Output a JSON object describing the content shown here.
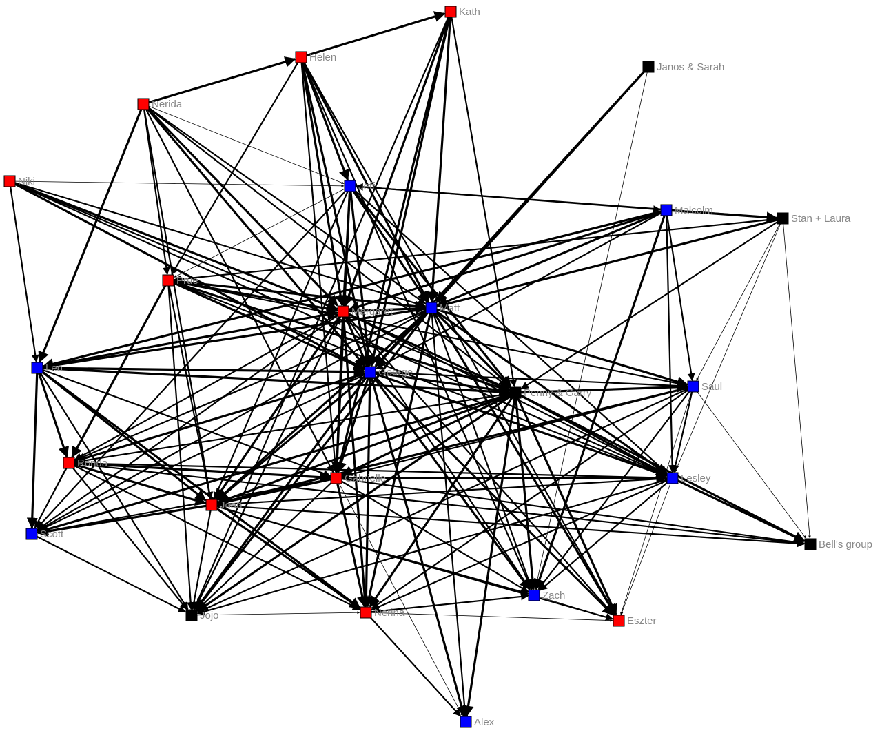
{
  "colors": {
    "female": "#ff0000",
    "male": "#0000ff",
    "other": "#000000",
    "edge": "#000000",
    "label": "#888888"
  },
  "nodes": [
    {
      "id": "kath",
      "label": "Kath",
      "group": "female"
    },
    {
      "id": "helen",
      "label": "Helen",
      "group": "female"
    },
    {
      "id": "janos",
      "label": "Janos & Sarah",
      "group": "other"
    },
    {
      "id": "nerida",
      "label": "Nerida",
      "group": "female"
    },
    {
      "id": "niki",
      "label": "Niki",
      "group": "female"
    },
    {
      "id": "jeff",
      "label": "Jeff",
      "group": "male"
    },
    {
      "id": "malcolm",
      "label": "Malcolm",
      "group": "male"
    },
    {
      "id": "stan",
      "label": "Stan + Laura",
      "group": "other"
    },
    {
      "id": "prue",
      "label": "Prue",
      "group": "female"
    },
    {
      "id": "margaret",
      "label": "Margaret",
      "group": "female"
    },
    {
      "id": "matt",
      "label": "Matt",
      "group": "male"
    },
    {
      "id": "len",
      "label": "Len",
      "group": "male"
    },
    {
      "id": "george",
      "label": "George",
      "group": "male"
    },
    {
      "id": "penny",
      "label": "Penny & Garry",
      "group": "other"
    },
    {
      "id": "saul",
      "label": "Saul",
      "group": "male"
    },
    {
      "id": "ronda",
      "label": "Ronda",
      "group": "female"
    },
    {
      "id": "gabrielle",
      "label": "Gabrielle",
      "group": "female"
    },
    {
      "id": "lesley",
      "label": "Lesley",
      "group": "male"
    },
    {
      "id": "joan",
      "label": "Joan",
      "group": "female"
    },
    {
      "id": "scott",
      "label": "Scott",
      "group": "male"
    },
    {
      "id": "bell",
      "label": "Bell's group",
      "group": "other"
    },
    {
      "id": "zach",
      "label": "Zach",
      "group": "male"
    },
    {
      "id": "jojo",
      "label": "Jojo",
      "group": "other"
    },
    {
      "id": "nerina",
      "label": "Nerina",
      "group": "female"
    },
    {
      "id": "eszter",
      "label": "Eszter",
      "group": "female"
    },
    {
      "id": "alex",
      "label": "Alex",
      "group": "male"
    }
  ],
  "edges": [
    [
      "helen",
      "kath",
      3
    ],
    [
      "nerida",
      "helen",
      3
    ],
    [
      "niki",
      "jeff",
      1
    ],
    [
      "nerida",
      "jeff",
      1
    ],
    [
      "kath",
      "margaret",
      3
    ],
    [
      "kath",
      "george",
      3
    ],
    [
      "kath",
      "matt",
      3
    ],
    [
      "kath",
      "gabrielle",
      3
    ],
    [
      "kath",
      "penny",
      2
    ],
    [
      "kath",
      "jojo",
      2
    ],
    [
      "helen",
      "jeff",
      3
    ],
    [
      "helen",
      "matt",
      3
    ],
    [
      "helen",
      "george",
      3
    ],
    [
      "helen",
      "margaret",
      3
    ],
    [
      "helen",
      "prue",
      2
    ],
    [
      "helen",
      "gabrielle",
      2
    ],
    [
      "helen",
      "zach",
      2
    ],
    [
      "helen",
      "eszter",
      2
    ],
    [
      "nerida",
      "margaret",
      3
    ],
    [
      "nerida",
      "matt",
      2
    ],
    [
      "nerida",
      "prue",
      2
    ],
    [
      "nerida",
      "len",
      3
    ],
    [
      "nerida",
      "george",
      3
    ],
    [
      "nerida",
      "gabrielle",
      2
    ],
    [
      "nerida",
      "penny",
      2
    ],
    [
      "nerida",
      "joan",
      2
    ],
    [
      "niki",
      "len",
      2
    ],
    [
      "niki",
      "margaret",
      3
    ],
    [
      "niki",
      "matt",
      2
    ],
    [
      "niki",
      "george",
      3
    ],
    [
      "niki",
      "penny",
      2
    ],
    [
      "niki",
      "lesley",
      2
    ],
    [
      "jeff",
      "malcolm",
      2
    ],
    [
      "jeff",
      "margaret",
      3
    ],
    [
      "jeff",
      "matt",
      3
    ],
    [
      "jeff",
      "george",
      3
    ],
    [
      "jeff",
      "gabrielle",
      3
    ],
    [
      "jeff",
      "penny",
      3
    ],
    [
      "jeff",
      "prue",
      1
    ],
    [
      "jeff",
      "joan",
      2
    ],
    [
      "jeff",
      "scott",
      2
    ],
    [
      "jeff",
      "lesley",
      2
    ],
    [
      "malcolm",
      "stan",
      3
    ],
    [
      "malcolm",
      "margaret",
      3
    ],
    [
      "malcolm",
      "matt",
      3
    ],
    [
      "malcolm",
      "len",
      3
    ],
    [
      "malcolm",
      "saul",
      2
    ],
    [
      "malcolm",
      "lesley",
      2
    ],
    [
      "malcolm",
      "zach",
      3
    ],
    [
      "malcolm",
      "george",
      2
    ],
    [
      "stan",
      "matt",
      3
    ],
    [
      "stan",
      "prue",
      2
    ],
    [
      "stan",
      "penny",
      2
    ],
    [
      "stan",
      "saul",
      1
    ],
    [
      "stan",
      "lesley",
      1
    ],
    [
      "stan",
      "bell",
      1
    ],
    [
      "stan",
      "jeff",
      2
    ],
    [
      "janos",
      "matt",
      3
    ],
    [
      "janos",
      "george",
      3
    ],
    [
      "janos",
      "zach",
      1
    ],
    [
      "prue",
      "margaret",
      3
    ],
    [
      "prue",
      "matt",
      3
    ],
    [
      "prue",
      "george",
      3
    ],
    [
      "prue",
      "penny",
      3
    ],
    [
      "prue",
      "ronda",
      3
    ],
    [
      "prue",
      "joan",
      2
    ],
    [
      "prue",
      "jojo",
      2
    ],
    [
      "prue",
      "scott",
      1
    ],
    [
      "prue",
      "saul",
      2
    ],
    [
      "prue",
      "lesley",
      2
    ],
    [
      "margaret",
      "matt",
      3
    ],
    [
      "margaret",
      "george",
      3
    ],
    [
      "margaret",
      "penny",
      3
    ],
    [
      "margaret",
      "gabrielle",
      3
    ],
    [
      "margaret",
      "ronda",
      2
    ],
    [
      "margaret",
      "joan",
      3
    ],
    [
      "margaret",
      "nerina",
      3
    ],
    [
      "margaret",
      "zach",
      2
    ],
    [
      "margaret",
      "eszter",
      2
    ],
    [
      "margaret",
      "lesley",
      2
    ],
    [
      "margaret",
      "scott",
      2
    ],
    [
      "margaret",
      "jojo",
      2
    ],
    [
      "matt",
      "george",
      3
    ],
    [
      "matt",
      "penny",
      3
    ],
    [
      "matt",
      "saul",
      3
    ],
    [
      "matt",
      "lesley",
      3
    ],
    [
      "matt",
      "joan",
      3
    ],
    [
      "matt",
      "nerina",
      3
    ],
    [
      "matt",
      "alex",
      2
    ],
    [
      "matt",
      "zach",
      2
    ],
    [
      "matt",
      "eszter",
      3
    ],
    [
      "matt",
      "jojo",
      3
    ],
    [
      "matt",
      "ronda",
      2
    ],
    [
      "matt",
      "scott",
      2
    ],
    [
      "matt",
      "len",
      3
    ],
    [
      "len",
      "margaret",
      3
    ],
    [
      "len",
      "george",
      3
    ],
    [
      "len",
      "penny",
      3
    ],
    [
      "len",
      "ronda",
      3
    ],
    [
      "len",
      "scott",
      3
    ],
    [
      "len",
      "joan",
      3
    ],
    [
      "len",
      "nerina",
      3
    ],
    [
      "len",
      "jojo",
      2
    ],
    [
      "len",
      "gabrielle",
      2
    ],
    [
      "george",
      "penny",
      3
    ],
    [
      "george",
      "saul",
      2
    ],
    [
      "george",
      "lesley",
      3
    ],
    [
      "george",
      "gabrielle",
      3
    ],
    [
      "george",
      "joan",
      3
    ],
    [
      "george",
      "nerina",
      3
    ],
    [
      "george",
      "alex",
      3
    ],
    [
      "george",
      "zach",
      3
    ],
    [
      "george",
      "eszter",
      3
    ],
    [
      "george",
      "jojo",
      3
    ],
    [
      "george",
      "scott",
      2
    ],
    [
      "george",
      "ronda",
      3
    ],
    [
      "penny",
      "saul",
      3
    ],
    [
      "penny",
      "lesley",
      3
    ],
    [
      "penny",
      "gabrielle",
      3
    ],
    [
      "penny",
      "joan",
      3
    ],
    [
      "penny",
      "nerina",
      3
    ],
    [
      "penny",
      "alex",
      3
    ],
    [
      "penny",
      "zach",
      3
    ],
    [
      "penny",
      "eszter",
      3
    ],
    [
      "penny",
      "jojo",
      3
    ],
    [
      "penny",
      "scott",
      3
    ],
    [
      "penny",
      "bell",
      3
    ],
    [
      "penny",
      "ronda",
      2
    ],
    [
      "saul",
      "lesley",
      2
    ],
    [
      "saul",
      "gabrielle",
      2
    ],
    [
      "saul",
      "joan",
      3
    ],
    [
      "saul",
      "eszter",
      1
    ],
    [
      "saul",
      "bell",
      1
    ],
    [
      "saul",
      "zach",
      2
    ],
    [
      "saul",
      "jojo",
      2
    ],
    [
      "saul",
      "nerina",
      2
    ],
    [
      "ronda",
      "gabrielle",
      3
    ],
    [
      "ronda",
      "joan",
      3
    ],
    [
      "ronda",
      "scott",
      2
    ],
    [
      "ronda",
      "jojo",
      2
    ],
    [
      "ronda",
      "nerina",
      2
    ],
    [
      "ronda",
      "lesley",
      2
    ],
    [
      "ronda",
      "bell",
      2
    ],
    [
      "gabrielle",
      "lesley",
      3
    ],
    [
      "gabrielle",
      "joan",
      3
    ],
    [
      "gabrielle",
      "scott",
      2
    ],
    [
      "gabrielle",
      "nerina",
      3
    ],
    [
      "gabrielle",
      "jojo",
      2
    ],
    [
      "gabrielle",
      "alex",
      1
    ],
    [
      "gabrielle",
      "zach",
      2
    ],
    [
      "gabrielle",
      "bell",
      2
    ],
    [
      "lesley",
      "bell",
      3
    ],
    [
      "lesley",
      "eszter",
      1
    ],
    [
      "lesley",
      "zach",
      2
    ],
    [
      "lesley",
      "joan",
      2
    ],
    [
      "lesley",
      "nerina",
      2
    ],
    [
      "lesley",
      "jojo",
      2
    ],
    [
      "joan",
      "scott",
      3
    ],
    [
      "joan",
      "jojo",
      2
    ],
    [
      "joan",
      "nerina",
      3
    ],
    [
      "joan",
      "zach",
      2
    ],
    [
      "joan",
      "bell",
      2
    ],
    [
      "joan",
      "eszter",
      2
    ],
    [
      "scott",
      "jojo",
      2
    ],
    [
      "jojo",
      "nerina",
      1
    ],
    [
      "nerina",
      "zach",
      2
    ],
    [
      "nerina",
      "eszter",
      1
    ],
    [
      "nerina",
      "alex",
      2
    ],
    [
      "zach",
      "eszter",
      1
    ],
    [
      "jojo",
      "margaret",
      2
    ]
  ]
}
